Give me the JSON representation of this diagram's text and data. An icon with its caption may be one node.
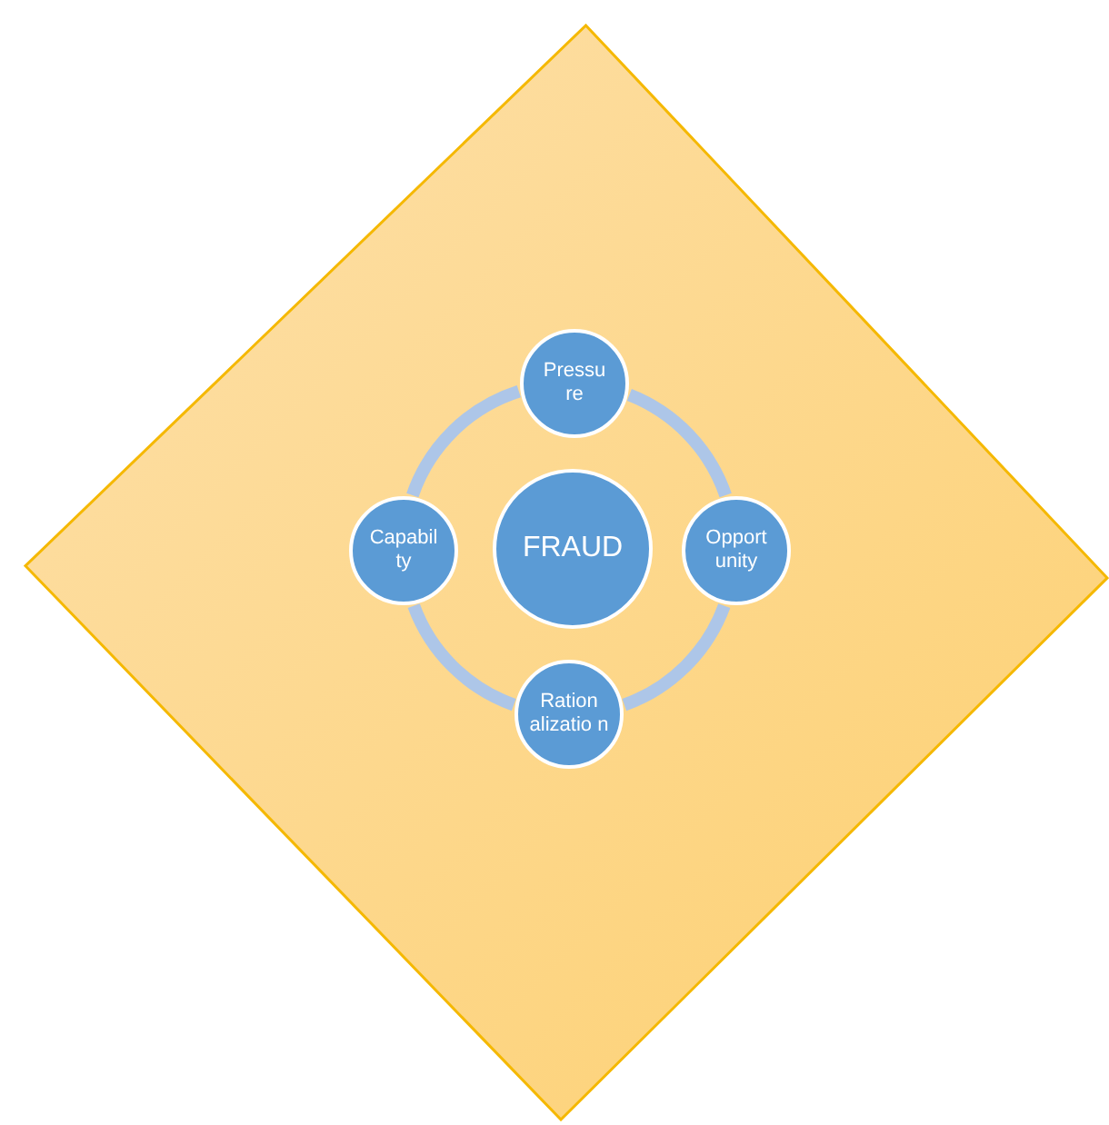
{
  "diagram": {
    "nodes": [
      {
        "text": [],
        "shape": "diamond"
      },
      {
        "text": [
          "Pressu re"
        ],
        "in": 0
      },
      {
        "text": [
          "Capabil ty"
        ],
        "in": 0
      },
      {
        "text": [
          "FRAUD"
        ],
        "in": 0
      },
      {
        "text": [
          "Opport unity"
        ],
        "in": 0
      },
      {
        "text": [
          "Ration alizatio n"
        ],
        "in": 0
      }
    ],
    "edges": [
      {
        "from": 1,
        "to": 4,
        "arrow": "none"
      },
      {
        "from": 4,
        "to": 5,
        "arrow": "none"
      },
      {
        "from": 5,
        "to": 2,
        "arrow": "none"
      },
      {
        "from": 2,
        "to": 1,
        "arrow": "none"
      }
    ]
  }
}
